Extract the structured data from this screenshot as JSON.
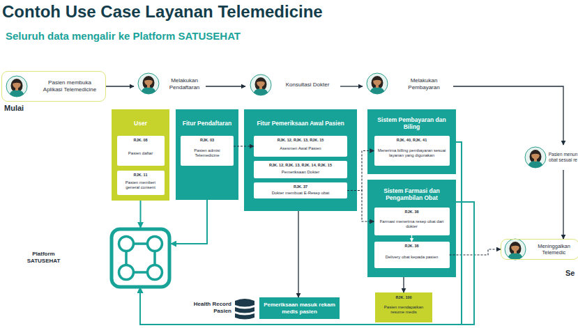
{
  "diagram": {
    "title": "Contoh Use Case Layanan Telemedicine",
    "nodes": [
      {
        "text": [
          "Pasien membuka Aplikasi Telemedicine"
        ]
      },
      {
        "text": [
          "Melakukan Pendaftaran"
        ]
      },
      {
        "text": [
          "Konsultasi Dokter"
        ]
      },
      {
        "text": [
          "Melakukan Pembayaran"
        ]
      },
      {
        "text": [
          "Pasien menun obat sesuai re"
        ]
      },
      {
        "text": [
          "Meninggalkan Telemedic"
        ]
      },
      {
        "text": [
          "User"
        ]
      },
      {
        "text": [
          "RJK. 08",
          "Pasien daftar"
        ],
        "in": 6
      },
      {
        "text": [
          "RJK. 11",
          "Pasien memberi general consent"
        ],
        "in": 6
      },
      {
        "text": [
          "Fitur Pendaftaran"
        ]
      },
      {
        "text": [
          "RJK. 03",
          "Pasien admisi Telemedicine"
        ],
        "in": 9
      },
      {
        "text": [
          "Fitur Pemeriksaan Awal Pasien"
        ]
      },
      {
        "text": [
          "RJK. 12, RJK. 13, RJK. 15",
          "Asesmen Awal Pasien"
        ],
        "in": 11
      },
      {
        "text": [
          "RJK. 12, RJK. 13, RJK. 14, RJK. 15",
          "Pemeriksaan Dokter"
        ],
        "in": 11
      },
      {
        "text": [
          "RJK. 37",
          "Dokter membuat E-Resep obat"
        ],
        "in": 11
      },
      {
        "text": [
          "Sistem Pembayaran dan Biling"
        ]
      },
      {
        "text": [
          "RJK. 40, RJK. 41",
          "Menerima billing pembayaran sesuai layanan yang digunakan"
        ],
        "in": 15
      },
      {
        "text": [
          "Sistem Farmasi dan Pengambilan Obat"
        ]
      },
      {
        "text": [
          "RJK. 38",
          "Farmasi menerima resep obat dari dokter"
        ],
        "in": 17
      },
      {
        "text": [
          "RJK. 38",
          "Delivery obat kepada pasien"
        ],
        "in": 17
      },
      {
        "text": [
          "Platform SATUSEHAT"
        ]
      },
      {
        "text": [
          "Pemeriksaan masuk rekam medis pasien"
        ]
      },
      {
        "text": [
          "RJK. 100",
          "Pasien mendapatkan resume medis"
        ]
      }
    ],
    "edges": [
      {
        "from": 0,
        "to": 1,
        "arrow": "to"
      },
      {
        "from": 1,
        "to": 2,
        "arrow": "to"
      },
      {
        "from": 2,
        "to": 3,
        "arrow": "to"
      },
      {
        "from": 3,
        "to": 4,
        "arrow": "to"
      },
      {
        "from": 4,
        "to": 5,
        "arrow": "to"
      },
      {
        "from": 6,
        "to": 20,
        "arrow": "to"
      },
      {
        "from": 10,
        "to": 12,
        "arrow": "to"
      },
      {
        "from": 14,
        "to": 16,
        "arrow": "to"
      },
      {
        "from": 14,
        "to": 18,
        "arrow": "to"
      },
      {
        "from": 18,
        "to": 19,
        "arrow": "to"
      },
      {
        "from": 19,
        "to": 5,
        "arrow": "to"
      },
      {
        "from": 11,
        "to": 21,
        "arrow": "to"
      },
      {
        "from": 17,
        "to": 22,
        "arrow": "to"
      },
      {
        "from": 9,
        "to": 20,
        "arrow": "to"
      },
      {
        "from": 15,
        "to": 20,
        "arrow": "to"
      },
      {
        "from": 17,
        "to": 20,
        "arrow": "to"
      }
    ],
    "labels": [
      "Seluruh data mengalir ke Platform SATUSEHAT",
      "Mulai",
      "Health Record Pasien",
      "Se"
    ]
  }
}
